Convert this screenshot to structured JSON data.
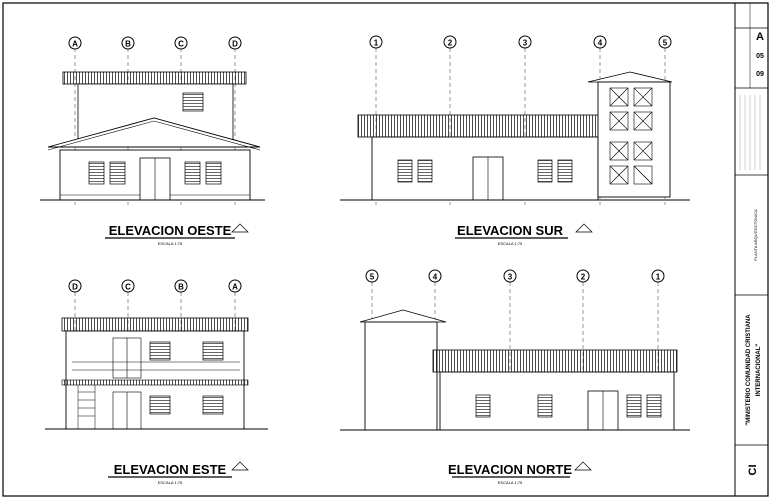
{
  "sheet": {
    "views": [
      {
        "title": "ELEVACION OESTE",
        "scale": "ESCALA 1:75",
        "axes": [
          "A",
          "B",
          "C",
          "D"
        ]
      },
      {
        "title": "ELEVACION SUR",
        "scale": "ESCALA 1:75",
        "axes": [
          "1",
          "2",
          "3",
          "4",
          "5"
        ]
      },
      {
        "title": "ELEVACION ESTE",
        "scale": "ESCALA 1:75",
        "axes": [
          "D",
          "C",
          "B",
          "A"
        ]
      },
      {
        "title": "ELEVACION NORTE",
        "scale": "ESCALA 1:75",
        "axes": [
          "5",
          "4",
          "3",
          "2",
          "1"
        ]
      }
    ],
    "title_block": {
      "sheet_letter": "A",
      "sheet_number": "05",
      "sheet_total": "09",
      "contents": "PLANTA ARQUITECTONICA",
      "project_line1": "\"MINISTERIO COMUNIDAD CRISTIANA",
      "project_line2": "INTERNACIONAL\"",
      "logo_letters": "CI"
    }
  }
}
